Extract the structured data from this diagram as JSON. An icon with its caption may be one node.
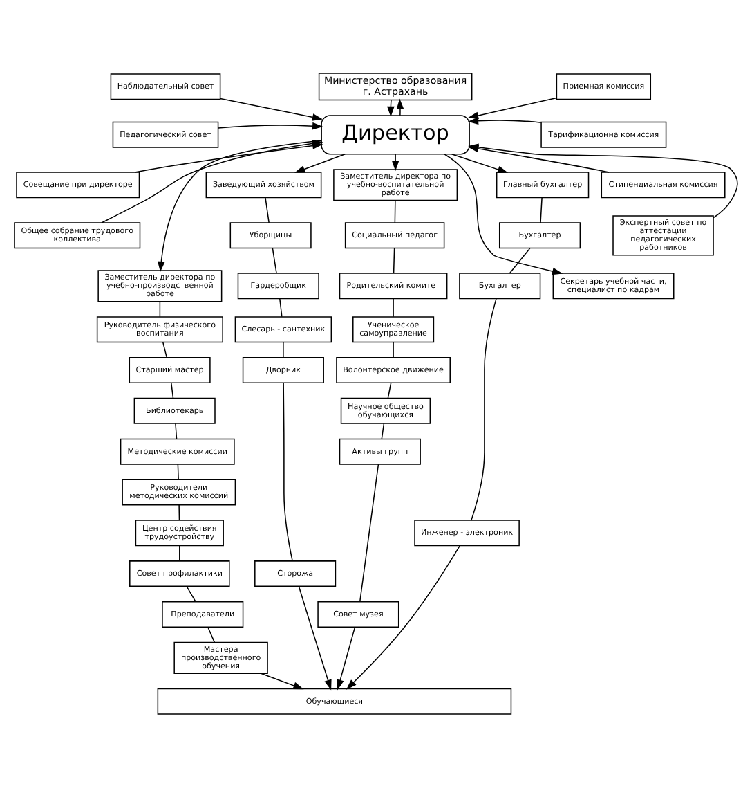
{
  "diagram": {
    "nodes": [
      {
        "text": [
          "Министерство образования г. Астрахань"
        ]
      },
      {
        "text": [
          "Директор"
        ]
      },
      {
        "text": [
          "Наблюдательный совет"
        ]
      },
      {
        "text": [
          "Педагогический совет"
        ]
      },
      {
        "text": [
          "Совещание при директоре"
        ]
      },
      {
        "text": [
          "Общее собрание трудового коллектива"
        ]
      },
      {
        "text": [
          "Приемная комиссия"
        ]
      },
      {
        "text": [
          "Тарификационна комиссия"
        ]
      },
      {
        "text": [
          "Стипендиальная комиссия"
        ]
      },
      {
        "text": [
          "Экспертный совет по аттестации педагогических работников"
        ]
      },
      {
        "text": [
          "Заместитель директора по учебно-производственной работе"
        ]
      },
      {
        "text": [
          "Заместитель директора по учебно-воспитательной работе"
        ]
      },
      {
        "text": [
          "Главный бухгалтер"
        ]
      },
      {
        "text": [
          "Заведующий хозяйством"
        ]
      },
      {
        "text": [
          "Секретарь учебной части, специалист по кадрам"
        ]
      },
      {
        "text": [
          "Руководитель физического воспитания"
        ]
      },
      {
        "text": [
          "Старший мастер"
        ]
      },
      {
        "text": [
          "Библиотекарь"
        ]
      },
      {
        "text": [
          "Методические комиссии"
        ]
      },
      {
        "text": [
          "Руководители методических комиссий"
        ]
      },
      {
        "text": [
          "Центр содействия трудоустройству"
        ]
      },
      {
        "text": [
          "Совет профилактики"
        ]
      },
      {
        "text": [
          "Преподаватели"
        ]
      },
      {
        "text": [
          "Мастера производственного обучения"
        ]
      },
      {
        "text": [
          "Социальный педагог"
        ]
      },
      {
        "text": [
          "Родительский комитет"
        ]
      },
      {
        "text": [
          "Ученическое самоуправление"
        ]
      },
      {
        "text": [
          "Волонтерское движение"
        ]
      },
      {
        "text": [
          "Научное общество обучающихся"
        ]
      },
      {
        "text": [
          "Активы групп"
        ]
      },
      {
        "text": [
          "Совет музея"
        ]
      },
      {
        "text": [
          "Бухгалтер"
        ]
      },
      {
        "text": [
          "Бухгалтер"
        ]
      },
      {
        "text": [
          "Инженер - электроник"
        ]
      },
      {
        "text": [
          "Уборщицы"
        ]
      },
      {
        "text": [
          "Гардеробщик"
        ]
      },
      {
        "text": [
          "Слесарь - сантехник"
        ]
      },
      {
        "text": [
          "Дворник"
        ]
      },
      {
        "text": [
          "Сторожа"
        ]
      },
      {
        "text": [
          "Обучающиеся"
        ]
      }
    ],
    "edges": [
      {
        "from": 0,
        "to": 1,
        "arrow": "to"
      },
      {
        "from": 1,
        "to": 0,
        "arrow": "to"
      },
      {
        "from": 2,
        "to": 1,
        "arrow": "to"
      },
      {
        "from": 3,
        "to": 1,
        "arrow": "to"
      },
      {
        "from": 4,
        "to": 1,
        "arrow": "to"
      },
      {
        "from": 5,
        "to": 1,
        "arrow": "to"
      },
      {
        "from": 6,
        "to": 1,
        "arrow": "to"
      },
      {
        "from": 7,
        "to": 1,
        "arrow": "to"
      },
      {
        "from": 8,
        "to": 1,
        "arrow": "to"
      },
      {
        "from": 9,
        "to": 1,
        "arrow": "to"
      },
      {
        "from": 1,
        "to": 10,
        "arrow": "to"
      },
      {
        "from": 1,
        "to": 11,
        "arrow": "to"
      },
      {
        "from": 1,
        "to": 12,
        "arrow": "to"
      },
      {
        "from": 1,
        "to": 13,
        "arrow": "to"
      },
      {
        "from": 1,
        "to": 14,
        "arrow": "to"
      },
      {
        "from": 10,
        "to": 15,
        "arrow": "none"
      },
      {
        "from": 15,
        "to": 16,
        "arrow": "none"
      },
      {
        "from": 16,
        "to": 17,
        "arrow": "none"
      },
      {
        "from": 17,
        "to": 18,
        "arrow": "none"
      },
      {
        "from": 18,
        "to": 19,
        "arrow": "none"
      },
      {
        "from": 19,
        "to": 20,
        "arrow": "none"
      },
      {
        "from": 20,
        "to": 21,
        "arrow": "none"
      },
      {
        "from": 21,
        "to": 22,
        "arrow": "none"
      },
      {
        "from": 22,
        "to": 23,
        "arrow": "none"
      },
      {
        "from": 11,
        "to": 24,
        "arrow": "none"
      },
      {
        "from": 24,
        "to": 25,
        "arrow": "none"
      },
      {
        "from": 25,
        "to": 26,
        "arrow": "none"
      },
      {
        "from": 26,
        "to": 27,
        "arrow": "none"
      },
      {
        "from": 27,
        "to": 28,
        "arrow": "none"
      },
      {
        "from": 28,
        "to": 29,
        "arrow": "none"
      },
      {
        "from": 29,
        "to": 30,
        "arrow": "none"
      },
      {
        "from": 12,
        "to": 31,
        "arrow": "none"
      },
      {
        "from": 31,
        "to": 32,
        "arrow": "none"
      },
      {
        "from": 32,
        "to": 33,
        "arrow": "none"
      },
      {
        "from": 13,
        "to": 34,
        "arrow": "none"
      },
      {
        "from": 34,
        "to": 35,
        "arrow": "none"
      },
      {
        "from": 35,
        "to": 36,
        "arrow": "none"
      },
      {
        "from": 36,
        "to": 37,
        "arrow": "none"
      },
      {
        "from": 37,
        "to": 38,
        "arrow": "none"
      },
      {
        "from": 23,
        "to": 39,
        "arrow": "to"
      },
      {
        "from": 30,
        "to": 39,
        "arrow": "to"
      },
      {
        "from": 33,
        "to": 39,
        "arrow": "to"
      },
      {
        "from": 38,
        "to": 39,
        "arrow": "to"
      }
    ]
  }
}
